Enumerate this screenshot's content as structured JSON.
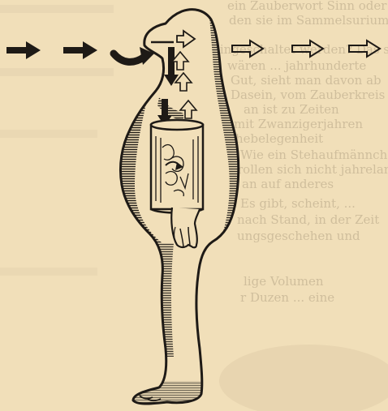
{
  "illustration": {
    "subject": "figure-with-arrows",
    "colors": {
      "paper": "#f1dfb9",
      "ink": "#1e1a16",
      "show_through": "#7a6a52"
    },
    "show_through_text": [
      "ein Zauberwort Sinn oder Fingerzeig",
      "den sie im Sammelsurium der Geschichte",
      "eingeschaltet werden? Das stand nicht",
      "wären ... jahrhunderte",
      "Gut, sieht man davon ab",
      "Dasein, vom Zauberkreis",
      "an ist zu Zeiten",
      "mit Zwanzigerjahren",
      "hebelegenheit",
      "Wie ein Stehaufmännchen",
      "rollen sich nicht jahrelang",
      "an auf anderes",
      "Es gibt, scheint, ...",
      "nach Stand, in der Zeit",
      "ungsgeschehen und",
      "lige Volumen",
      "r Duzen ... eine"
    ]
  }
}
